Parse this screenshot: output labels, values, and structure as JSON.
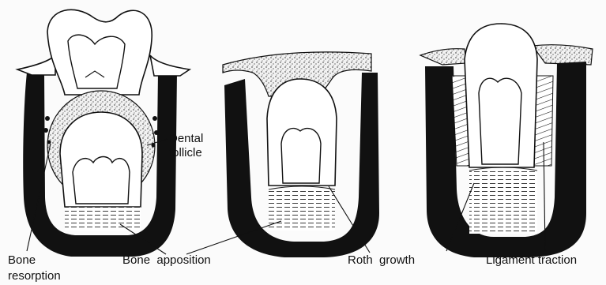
{
  "labels": {
    "dental_follicle_line1": "Dental",
    "dental_follicle_line2": "follicle",
    "bone_resorption_line1": "Bone",
    "bone_resorption_line2": "resorption",
    "bone_apposition": "Bone  apposition",
    "roth_growth": "Roth  growth",
    "ligament_traction": "Ligament traction"
  },
  "colors": {
    "ink": "#111111",
    "paper": "#ffffff"
  }
}
